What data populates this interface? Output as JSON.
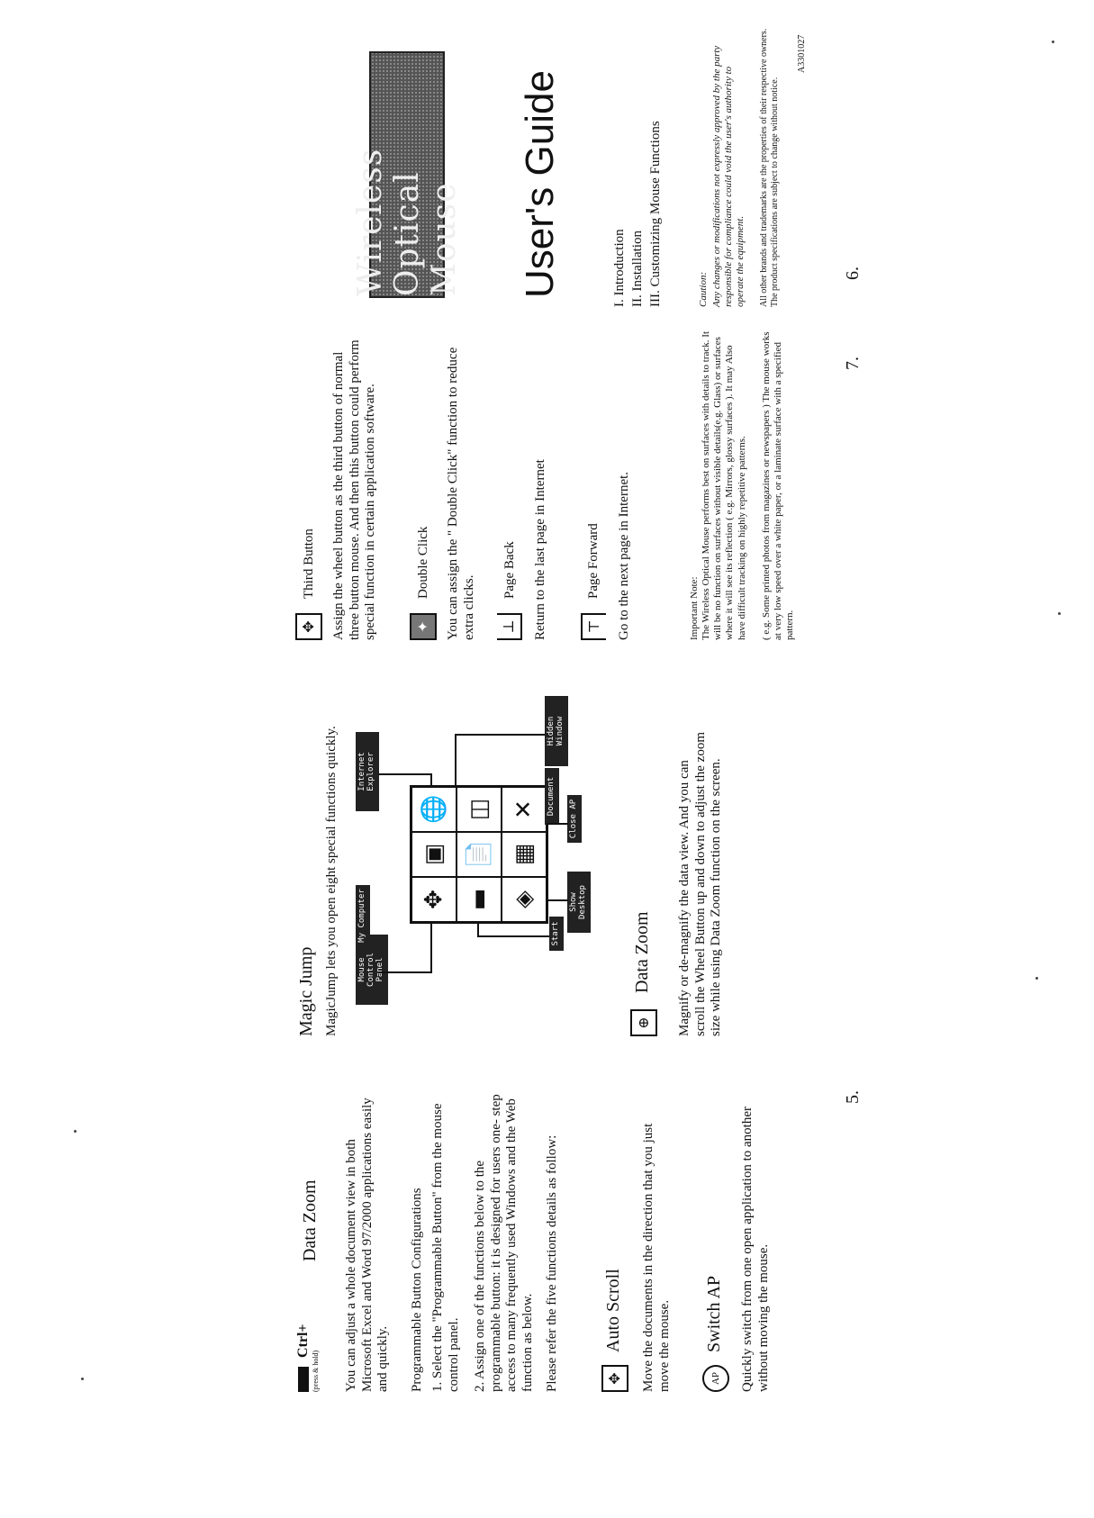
{
  "col1": {
    "logo_text": "Ctrl+",
    "logo_small": "(press & hold)",
    "title": "Data Zoom",
    "intro": "You can adjust a whole document view in both Microsoft Excel and Word 97/2000 applications easily and quickly.",
    "config_head": "Programmable Button Configurations",
    "step1": "1. Select the \"Programmable Button\" from the mouse control panel.",
    "step2": "2. Assign one of the functions below to the programmable button: it is designed for users one- step access to many frequently used Windows and the Web function as below.",
    "refer": "Please refer the five functions details as follow:",
    "autoscroll_title": "Auto Scroll",
    "autoscroll_text": "Move the documents in the direction that you just move the mouse.",
    "switchap_title": "Switch AP",
    "switchap_text": "Quickly switch from one open application to another without moving the mouse.",
    "page_num": "5."
  },
  "col2": {
    "title": "Magic Jump",
    "intro": "MagicJump lets you open eight special functions quickly.",
    "grid_icons": [
      "✥",
      "▣",
      "🌐",
      "▬",
      "📄",
      "◫",
      "◈",
      "▦",
      "✕"
    ],
    "labels": [
      "Mouse Control Panel",
      "My Computer",
      "Internet Explorer",
      "Start",
      "Hidden Window",
      "Show Desktop",
      "Close AP",
      "Document"
    ],
    "datazoom_title": "Data Zoom",
    "datazoom_text": "Magnify or de-magnify the data view. And you can scroll the Wheel Button up and down to adjust the zoom size while using Data Zoom function on the screen.",
    "page_num": "6."
  },
  "col3": {
    "third_title": "Third Button",
    "third_text": "Assign the wheel button as the third button of normal three button mouse. And then this button could perform special function in certain application software.",
    "double_title": "Double Click",
    "double_text": "You can assign the \" Double Click\" function to reduce extra clicks.",
    "back_title": "Page Back",
    "back_text": "Return to the last page in Internet",
    "forward_title": "Page Forward",
    "forward_text": "Go to the next page in Internet.",
    "note_head": "Important Note:",
    "note_text": "The Wireless Optical Mouse performs best on surfaces with details to track. It will be no function on surfaces without visible details(e.g. Glass) or surfaces where it will see its reflection ( e.g. Mirrors, glossy surfaces ). It may Also have difficult tracking on highly repetitive patterns.",
    "note_text2": "( e.g. Some printed photos from magazines or newspapers ) The mouse works at very low speed over a white paper, or a laminate surface with a specified pattern.",
    "page_num": "7."
  },
  "col4": {
    "banner": "Wireless Optical Mouse",
    "title": "User's Guide",
    "toc": [
      "I. Introduction",
      "II. Installation",
      "III. Customizing Mouse Functions"
    ],
    "caution_head": "Caution:",
    "caution_text": "Any changes or modifications not expressly approved by the party responsible for compliance could void the user's authority to operate the equipment.",
    "trademark": "All other brands and trademarks are the properties of their respective owners. The product specifications are subject to change without notice.",
    "code": "A3301027"
  }
}
